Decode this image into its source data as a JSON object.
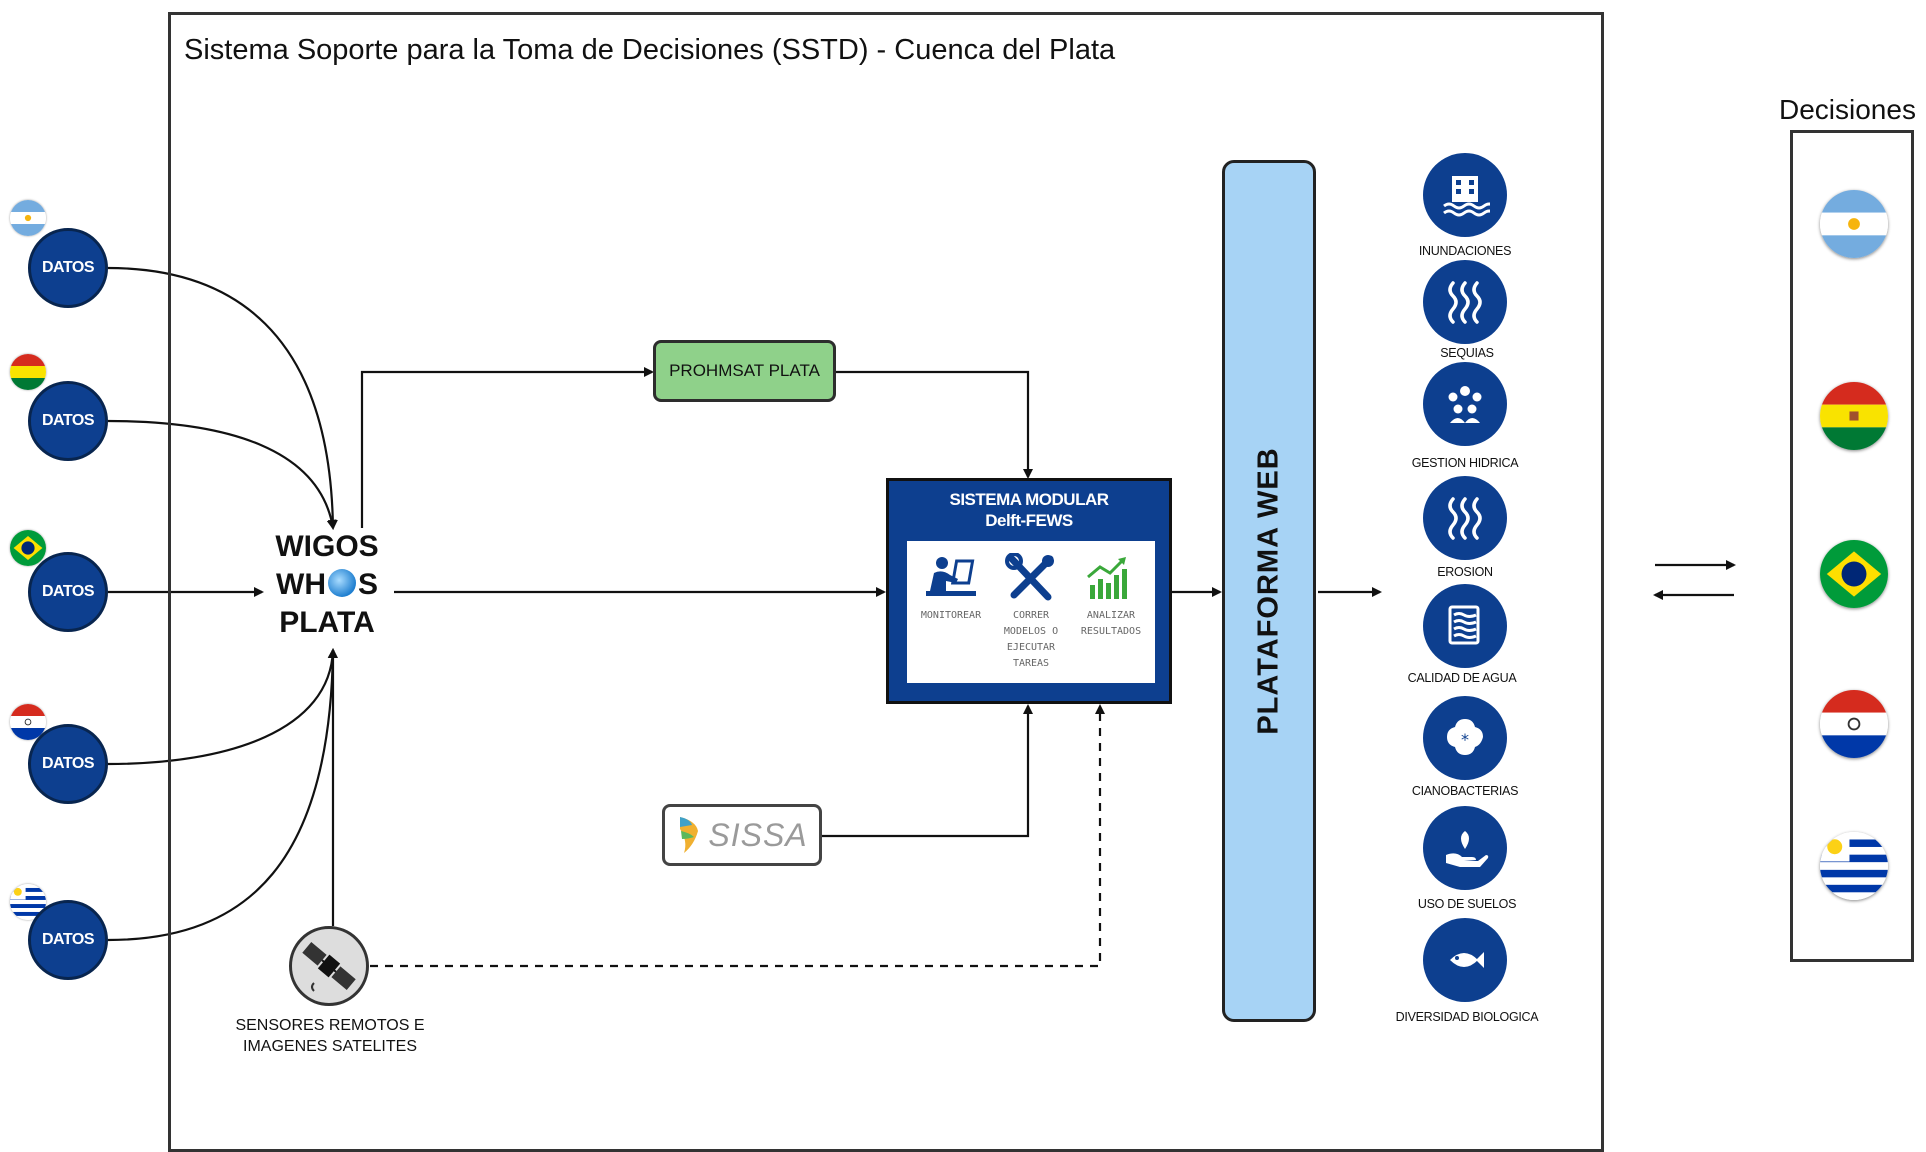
{
  "title": "Sistema Soporte para la Toma de Decisiones (SSTD) - Cuenca del Plata",
  "inputs": [
    {
      "label": "DATOS",
      "flag": "argentina"
    },
    {
      "label": "DATOS",
      "flag": "bolivia"
    },
    {
      "label": "DATOS",
      "flag": "brasil"
    },
    {
      "label": "DATOS",
      "flag": "paraguay"
    },
    {
      "label": "DATOS",
      "flag": "uruguay"
    }
  ],
  "wigos": {
    "line1": "WIGOS",
    "line2a": "WH",
    "line2b": "S",
    "line3": "PLATA"
  },
  "prohmsat": "PROHMSAT PLATA",
  "fews": {
    "title_line1": "SISTEMA MODULAR",
    "title_line2": "Delft-FEWS",
    "items": [
      {
        "label": "MONITOREAR",
        "icon": "monitor-person-icon"
      },
      {
        "label": "CORRER\nMODELOS O\nEJECUTAR\nTAREAS",
        "icon": "tools-icon"
      },
      {
        "label": "ANALIZAR\nRESULTADOS",
        "icon": "growth-chart-icon"
      }
    ]
  },
  "sissa": "SISSA",
  "sensors": {
    "line1": "SENSORES REMOTOS E",
    "line2": "IMAGENES SATELITES",
    "icon": "satellite-icon"
  },
  "plataforma": "PLATAFORMA WEB",
  "topics": [
    {
      "label": "INUNDACIONES",
      "icon": "flood-icon"
    },
    {
      "label": "SEQUIAS",
      "icon": "heat-waves-icon"
    },
    {
      "label": "GESTION HIDRICA",
      "icon": "people-group-icon"
    },
    {
      "label": "EROSION",
      "icon": "heat-waves-icon"
    },
    {
      "label": "CALIDAD DE AGUA",
      "icon": "water-layers-icon"
    },
    {
      "label": "CIANOBACTERIAS",
      "icon": "cell-icon"
    },
    {
      "label": "USO DE SUELOS",
      "icon": "hand-plant-icon"
    },
    {
      "label": "DIVERSIDAD BIOLOGICA",
      "icon": "fish-icon"
    }
  ],
  "decisiones": {
    "title": "Decisiones",
    "flags": [
      "argentina",
      "bolivia",
      "brasil",
      "paraguay",
      "uruguay"
    ]
  },
  "colors": {
    "datos_blue": "#0d3f8f",
    "prohmsat_green": "#8fd18a",
    "plataforma_blue": "#a7d3f5",
    "topic_blue": "#0d3f8f"
  }
}
